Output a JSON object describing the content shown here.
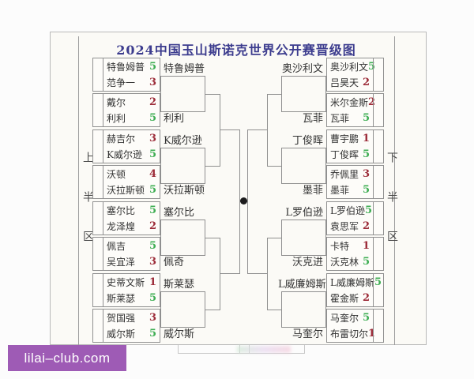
{
  "title": "2024中国玉山斯诺克世界公开赛晋级图",
  "upper_half_label": "上半区",
  "lower_half_label": "下半区",
  "watermark": {
    "text": "lilai–club.com"
  },
  "colors": {
    "winner_score": "#3fae54",
    "loser_score": "#9c2b38",
    "title_text": "#3c3c8e",
    "watermark_bg": "#9e5bb5",
    "final_dot": "#1c1c1c"
  },
  "round1_left": [
    {
      "players": [
        {
          "name": "特鲁姆普",
          "score": "5",
          "result": "win"
        },
        {
          "name": "范争一",
          "score": "3",
          "result": "lose"
        }
      ]
    },
    {
      "players": [
        {
          "name": "戴尔",
          "score": "2",
          "result": "lose"
        },
        {
          "name": "利利",
          "score": "5",
          "result": "win"
        }
      ]
    },
    {
      "players": [
        {
          "name": "赫吉尔",
          "score": "3",
          "result": "lose"
        },
        {
          "name": "K威尔逊",
          "score": "5",
          "result": "win"
        }
      ]
    },
    {
      "players": [
        {
          "name": "沃顿",
          "score": "4",
          "result": "lose"
        },
        {
          "name": "沃拉斯顿",
          "score": "5",
          "result": "win"
        }
      ]
    },
    {
      "players": [
        {
          "name": "塞尔比",
          "score": "5",
          "result": "win"
        },
        {
          "name": "龙泽煌",
          "score": "2",
          "result": "lose"
        }
      ]
    },
    {
      "players": [
        {
          "name": "佩吉",
          "score": "5",
          "result": "win"
        },
        {
          "name": "吴宜泽",
          "score": "3",
          "result": "lose"
        }
      ]
    },
    {
      "players": [
        {
          "name": "史蒂文斯",
          "score": "1",
          "result": "lose"
        },
        {
          "name": "斯莱瑟",
          "score": "5",
          "result": "win"
        }
      ]
    },
    {
      "players": [
        {
          "name": "贺国强",
          "score": "3",
          "result": "lose"
        },
        {
          "name": "威尔斯",
          "score": "5",
          "result": "win"
        }
      ]
    }
  ],
  "round2_left": [
    "特鲁姆普",
    "利利",
    "K威尔逊",
    "沃拉斯顿",
    "塞尔比",
    "佩奇",
    "斯莱瑟",
    "威尔斯"
  ],
  "round1_right": [
    {
      "players": [
        {
          "name": "奥沙利文",
          "score": "5",
          "result": "win"
        },
        {
          "name": "吕昊天",
          "score": "2",
          "result": "lose"
        }
      ]
    },
    {
      "players": [
        {
          "name": "米尔金斯",
          "score": "2",
          "result": "lose"
        },
        {
          "name": "瓦菲",
          "score": "5",
          "result": "win"
        }
      ]
    },
    {
      "players": [
        {
          "name": "曹宇鹏",
          "score": "1",
          "result": "lose"
        },
        {
          "name": "丁俊晖",
          "score": "5",
          "result": "win"
        }
      ]
    },
    {
      "players": [
        {
          "name": "乔佩里",
          "score": "3",
          "result": "lose"
        },
        {
          "name": "墨菲",
          "score": "5",
          "result": "win"
        }
      ]
    },
    {
      "players": [
        {
          "name": "L罗伯逊",
          "score": "5",
          "result": "win"
        },
        {
          "name": "袁思军",
          "score": "2",
          "result": "lose"
        }
      ]
    },
    {
      "players": [
        {
          "name": "卡特",
          "score": "1",
          "result": "lose"
        },
        {
          "name": "沃克林",
          "score": "5",
          "result": "win"
        }
      ]
    },
    {
      "players": [
        {
          "name": "L威廉姆斯",
          "score": "5",
          "result": "win"
        },
        {
          "name": "霍金斯",
          "score": "2",
          "result": "lose"
        }
      ]
    },
    {
      "players": [
        {
          "name": "马奎尔",
          "score": "5",
          "result": "win"
        },
        {
          "name": "布雷切尔",
          "score": "1",
          "result": "lose"
        }
      ]
    }
  ],
  "round2_right": [
    "奥沙利文",
    "瓦菲",
    "丁俊晖",
    "墨菲",
    "L罗伯逊",
    "沃克进",
    "L威廉姆斯",
    "马奎尔"
  ]
}
